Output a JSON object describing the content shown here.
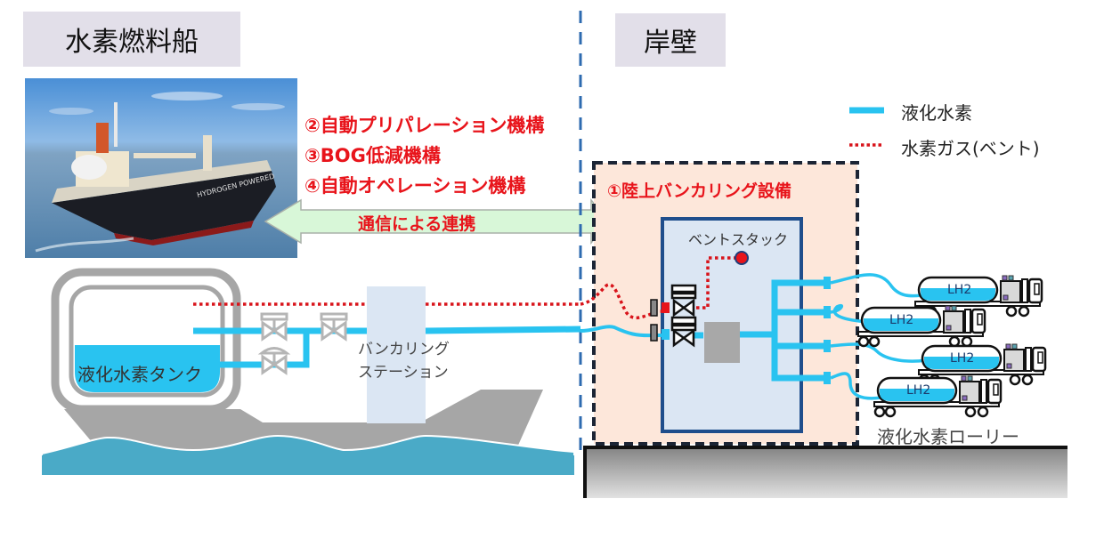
{
  "sections": {
    "ship_label": "水素燃料船",
    "shore_label": "岸壁"
  },
  "ship_features": [
    "②自動プリパレーション機構",
    "③BOG低減機構",
    "④自動オペレーション機構"
  ],
  "communication_arrow": {
    "label": "通信による連携"
  },
  "shore_facility": {
    "title": "①陸上バンカリング設備",
    "vent_stack_label": "ベントスタック"
  },
  "ship_diagram": {
    "tank_label": "液化水素タンク",
    "bunkering_station_label_line1": "バンカリング",
    "bunkering_station_label_line2": "ステーション",
    "photo_hull_text": "HYDROGEN POWERED"
  },
  "lorries": {
    "label": "液化水素ローリー",
    "tank_labels": [
      "LH2",
      "LH2",
      "LH2",
      "LH2"
    ]
  },
  "legend": {
    "items": [
      {
        "label": "液化水素",
        "style": "solid",
        "color": "#29c3f0"
      },
      {
        "label": "水素ガス(ベント)",
        "style": "dotted",
        "color": "#d8141b"
      }
    ]
  },
  "colors": {
    "lh2": "#29c3f0",
    "vent": "#d8141b",
    "red_text": "#e8141b",
    "section_bg": "#e2dfe9",
    "facility_bg": "#fde7da",
    "station_bg": "#dbe6f3",
    "sea": "#4aaac7",
    "hull": "#a6a6a6",
    "divider": "#2e6bb0"
  }
}
